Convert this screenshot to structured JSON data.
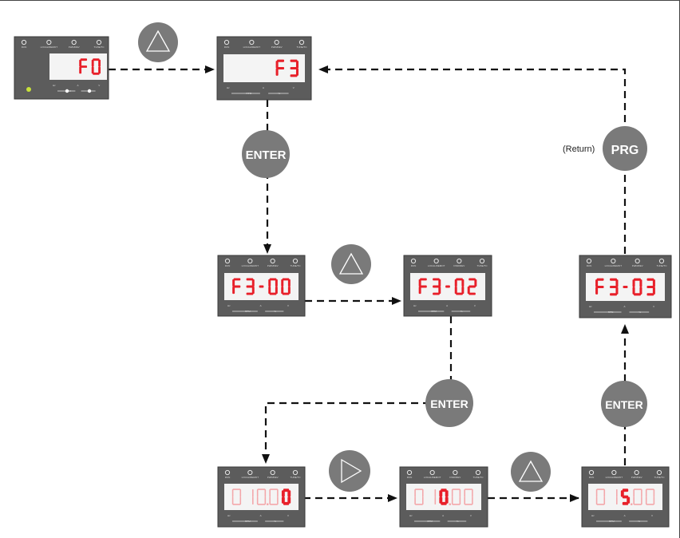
{
  "title": "",
  "colors": {
    "panel_body": "#5c5c5c",
    "panel_border": "#3a3a3a",
    "screen_bg": "#f4f4f4",
    "digit_on": "#e8202a",
    "digit_dim": "#f3a7aa",
    "button_fill": "#7a7a7a",
    "arrow": "#111111",
    "led_green": "#c8e23a"
  },
  "indicator_labels": {
    "top": [
      "RUN",
      "LOCAL/REMOT",
      "FWD/REV",
      "TUNE/TC"
    ],
    "units_left": "Hz",
    "units_rpm": "RPM",
    "units_a": "A",
    "units_pct": "%",
    "units_v": "V"
  },
  "panels": [
    {
      "id": "p1",
      "display": "F0"
    },
    {
      "id": "p2",
      "display": "F3"
    },
    {
      "id": "p3",
      "display": "F3-00"
    },
    {
      "id": "p4",
      "display": "F3-02"
    },
    {
      "id": "p5",
      "display": "F3-03"
    },
    {
      "id": "p6",
      "display": "01000",
      "highlight_index": 4
    },
    {
      "id": "p7",
      "display": "01000",
      "highlight_index": 2
    },
    {
      "id": "p8",
      "display": "01500",
      "highlight_index": 2
    }
  ],
  "buttons": {
    "enter_label": "ENTER",
    "prg_label": "PRG",
    "up_icon": "up-triangle-icon",
    "shift_icon": "right-triangle-icon"
  },
  "return_note": "(Return)"
}
